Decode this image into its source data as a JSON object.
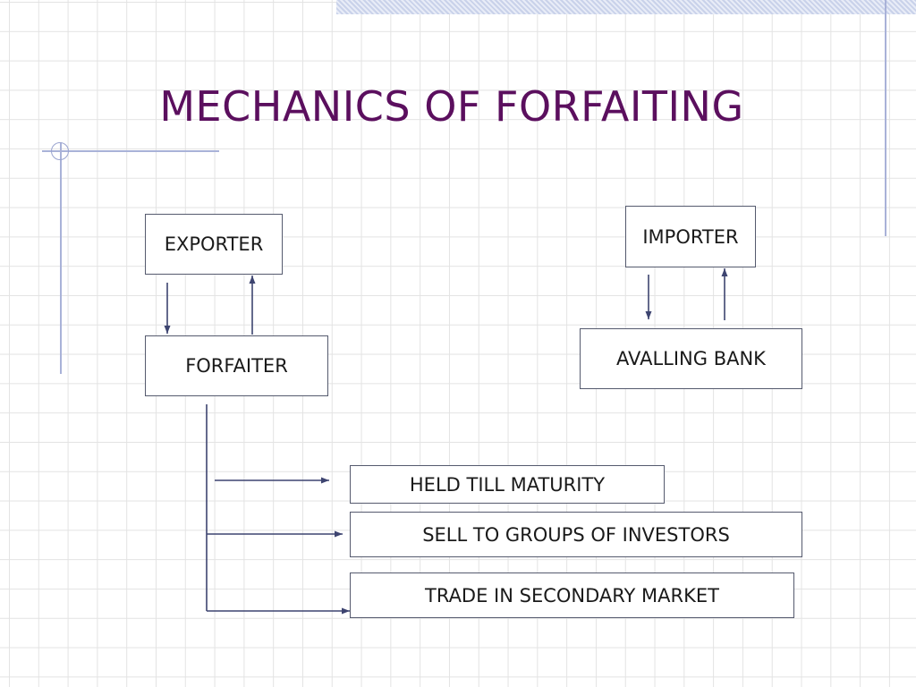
{
  "title": "MECHANICS OF FORFAITING",
  "nodes": {
    "exporter": "EXPORTER",
    "importer": "IMPORTER",
    "forfaiter": "FORFAITER",
    "avalling_bank": "AVALLING BANK",
    "held_till_maturity": "HELD TILL MATURITY",
    "sell_to_groups": "SELL TO GROUPS OF INVESTORS",
    "trade_secondary": "TRADE IN SECONDARY MARKET"
  },
  "colors": {
    "title": "#5b0f5e",
    "arrow": "#3d4470",
    "box_border": "#555a6e",
    "grid": "#e3e3e3",
    "accent_line": "#a9b2d8"
  }
}
